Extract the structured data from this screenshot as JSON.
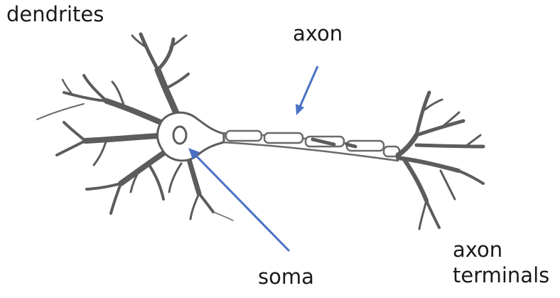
{
  "labels": {
    "dendrites": "dendrites",
    "axon": "axon",
    "soma": "soma",
    "axon_terminals_line1": "axon",
    "axon_terminals_line2": "terminals"
  },
  "colors": {
    "neuron_fill": "#5c5c5c",
    "neuron_outline": "#6a6a6a",
    "arrow": "#4a72c4",
    "text": "#1a1a1a"
  }
}
